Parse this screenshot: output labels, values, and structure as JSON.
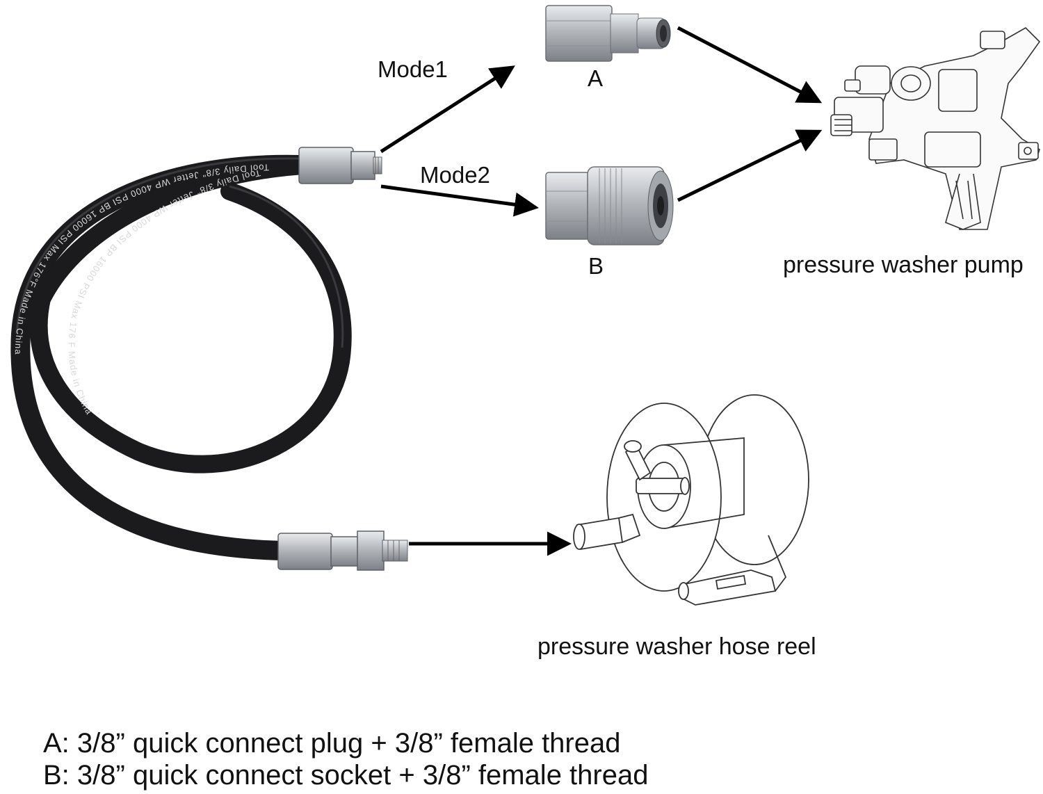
{
  "labels": {
    "mode1": "Mode1",
    "mode2": "Mode2",
    "a": "A",
    "b": "B",
    "pump": "pressure washer pump",
    "reel": "pressure washer hose reel"
  },
  "hose_print": {
    "outer": "Tool Daily 3/8\" Jetter WP 4000 PSI BP 16000 PSI Max 176°F Made in China",
    "inner": "Tool Daily 3/8\" Jetter WP 4000 PSI BP 16000 PSI Max 176 F Made in China"
  },
  "legend": {
    "line_a": "A: 3/8” quick connect plug + 3/8” female thread",
    "line_b": "B: 3/8” quick connect socket + 3/8” female thread"
  },
  "colors": {
    "hose": "#1b1b1d",
    "metal": "#b9bcc0",
    "arrow": "#000000"
  }
}
